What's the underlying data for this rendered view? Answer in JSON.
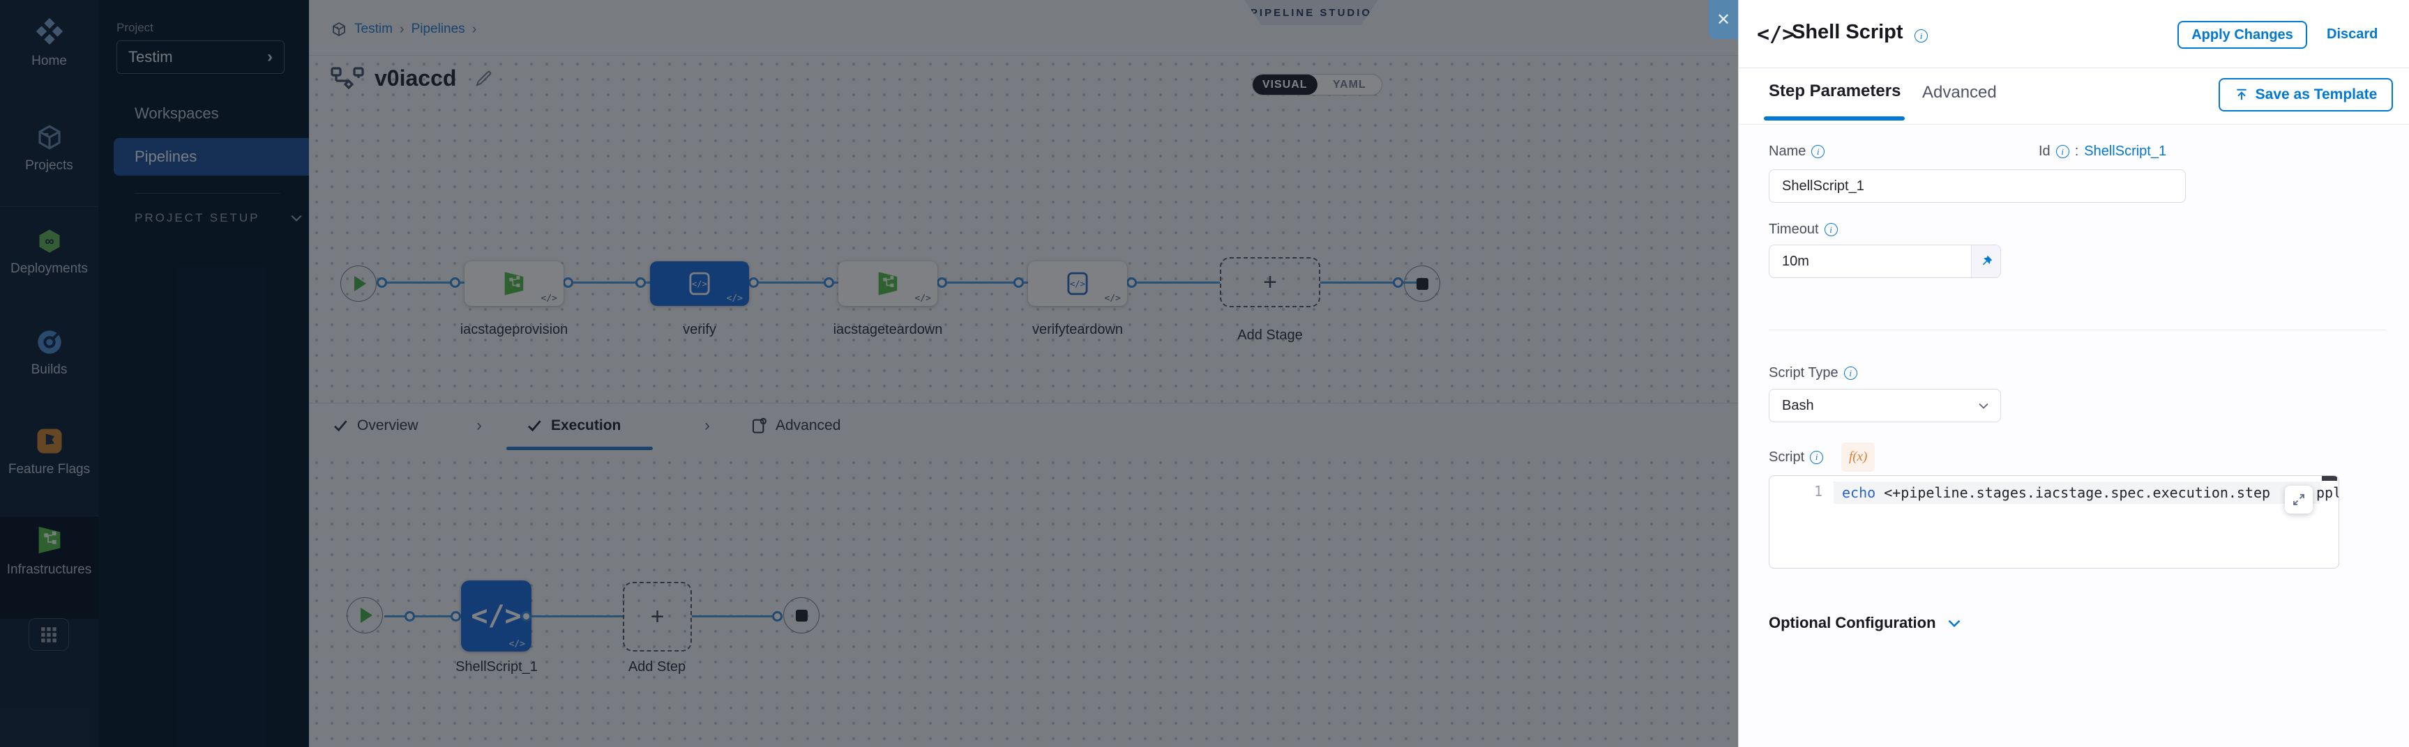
{
  "left_rail": {
    "items": [
      {
        "label": "Home"
      },
      {
        "label": "Projects"
      },
      {
        "label": "Deployments"
      },
      {
        "label": "Builds"
      },
      {
        "label": "Feature Flags"
      },
      {
        "label": "Infrastructures"
      }
    ]
  },
  "sidebar": {
    "project_label": "Project",
    "project_name": "Testim",
    "items": [
      {
        "label": "Workspaces"
      },
      {
        "label": "Pipelines"
      }
    ],
    "section_label": "PROJECT SETUP"
  },
  "topbar": {
    "breadcrumb": [
      "Testim",
      "Pipelines"
    ],
    "studio_badge": "PIPELINE STUDIO",
    "pipeline_name": "v0iaccd",
    "visual_label": "VISUAL",
    "yaml_label": "YAML"
  },
  "stage_flow": {
    "stages": [
      {
        "label": "iacstageprovision"
      },
      {
        "label": "verify"
      },
      {
        "label": "iacstageteardown"
      },
      {
        "label": "verifyteardown"
      }
    ],
    "add_stage_label": "Add Stage",
    "code_badge": "</>"
  },
  "stage_tabs": {
    "overview": "Overview",
    "execution": "Execution",
    "advanced": "Advanced"
  },
  "execution_flow": {
    "step_label": "ShellScript_1",
    "step_icon": "</>",
    "add_step_label": "Add Step"
  },
  "drawer": {
    "icon": "</>",
    "title": "Shell Script",
    "apply_label": "Apply Changes",
    "discard_label": "Discard",
    "tab_step_parameters": "Step Parameters",
    "tab_advanced": "Advanced",
    "save_as_template_label": "Save as Template",
    "name_label": "Name",
    "name_value": "ShellScript_1",
    "id_label": "Id",
    "id_separator": ":",
    "id_value": "ShellScript_1",
    "timeout_label": "Timeout",
    "timeout_value": "10m",
    "script_type_label": "Script Type",
    "script_type_value": "Bash",
    "script_label": "Script",
    "fx_label": "f(x)",
    "code": {
      "line_number": "1",
      "keyword": "echo",
      "text": " <+pipeline.stages.iacstage.spec.execution.step",
      "tail": "ppl"
    },
    "optional_configuration_label": "Optional Configuration"
  },
  "colors": {
    "accent": "#0278d5",
    "selected_node": "#2070dd",
    "connector": "#4f9ede",
    "success_green": "#49b04f"
  }
}
